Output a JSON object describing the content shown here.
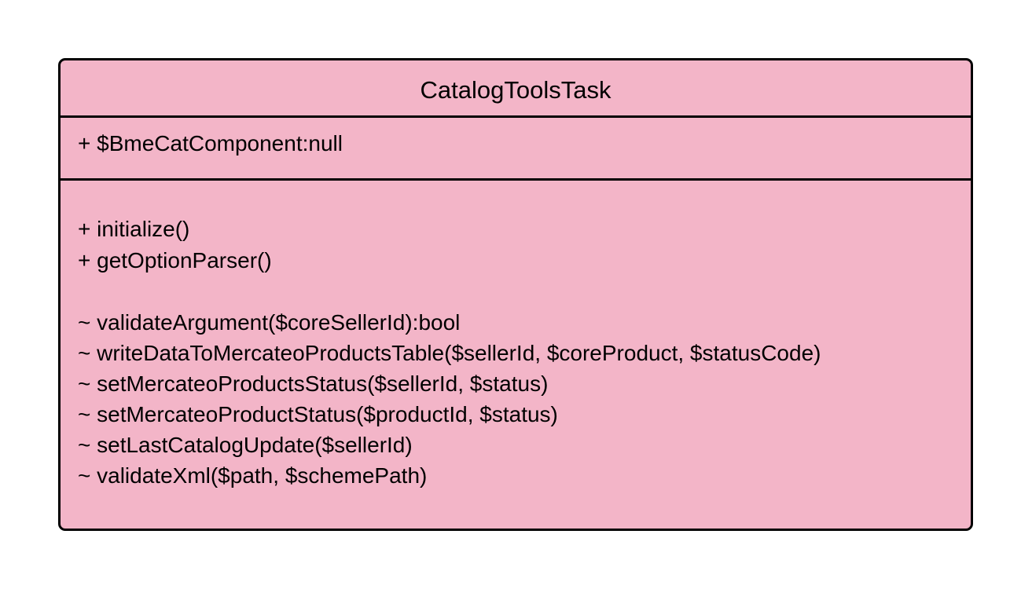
{
  "diagram": {
    "class_name": "CatalogToolsTask",
    "attributes": [
      "+ $BmeCatComponent:null"
    ],
    "methods": [
      "+ initialize()",
      "+ getOptionParser()",
      "~ validateArgument($coreSellerId):bool",
      "~ writeDataToMercateoProductsTable($sellerId, $coreProduct, $statusCode)",
      "~ setMercateoProductsStatus($sellerId, $status)",
      "~ setMercateoProductStatus($productId, $status)",
      "~ setLastCatalogUpdate($sellerId)",
      "~ validateXml($path, $schemePath)"
    ],
    "fill_color": "#f3b5c8",
    "border_color": "#000000"
  }
}
